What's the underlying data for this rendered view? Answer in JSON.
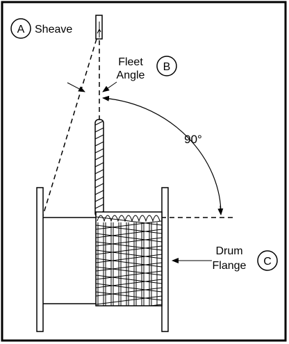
{
  "labels": {
    "sheave_letter": "A",
    "sheave": "Sheave",
    "fleet_letter": "B",
    "fleet_line1": "Fleet",
    "fleet_line2": "Angle",
    "angle": "90°",
    "drum_letter": "C",
    "drum_line1": "Drum",
    "drum_line2": "Flange"
  },
  "colors": {
    "ink": "#000000",
    "background": "#ffffff"
  }
}
